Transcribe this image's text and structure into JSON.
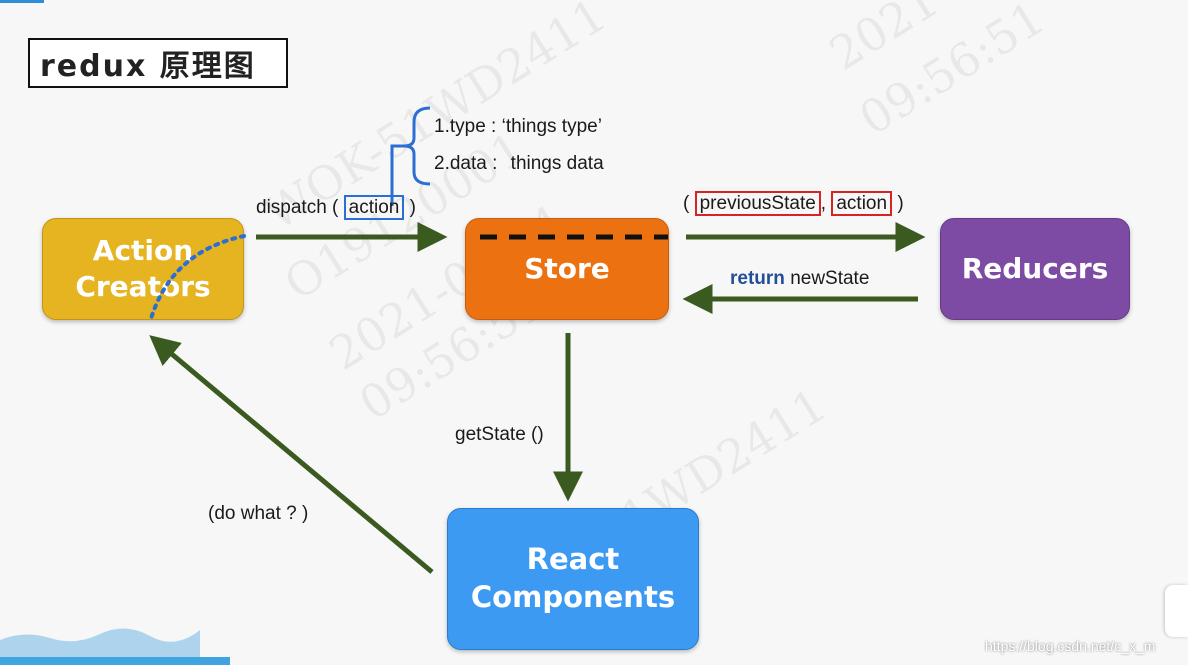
{
  "title": {
    "text": "redux 原理图"
  },
  "nodes": {
    "action_creators": "Action\nCreators",
    "store": "Store",
    "reducers": "Reducers",
    "react_components": "React\nComponents"
  },
  "action_fields": {
    "type": "1.type : ‘things type’",
    "data_label": "2.data :",
    "data_value": "things data"
  },
  "dispatch": {
    "prefix": "dispatch (",
    "arg": "action",
    "suffix": ")"
  },
  "reducer_call": {
    "open": "(",
    "arg1": "previousState",
    "sep": ",",
    "arg2": "action",
    "close": ")"
  },
  "return_label": {
    "keyword": "return",
    "value": "newState"
  },
  "get_state": "getState ()",
  "do_what": "(do what ? )",
  "watermark": {
    "id": "WOK-51WD2411",
    "code": "O19120001",
    "date": "2021-06-04",
    "time": "09:56:51"
  },
  "footer": {
    "url": "https://blog.csdn.net/c_x_m"
  },
  "colors": {
    "action_creators": "#e6b321",
    "store": "#ec7211",
    "reducers": "#7d4aa4",
    "react_components": "#3d9af2",
    "arrow": "#3a5a1f",
    "highlight_red": "#d42424",
    "highlight_blue": "#2b6ed4"
  }
}
